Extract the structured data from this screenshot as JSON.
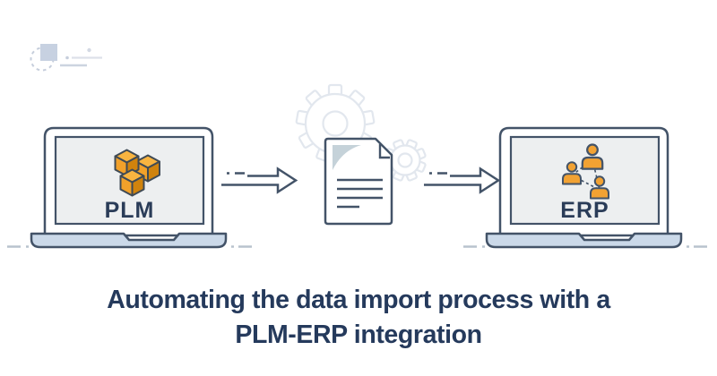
{
  "caption": {
    "line1": "Automating the data import process with a",
    "line2": "PLM-ERP integration"
  },
  "diagram": {
    "nodes": [
      {
        "id": "plm",
        "label": "PLM",
        "device": "laptop",
        "icon": "cubes-icon"
      },
      {
        "id": "data-file",
        "label": "",
        "device": "document",
        "icon": "document-icon",
        "background_icon": "gears-icon"
      },
      {
        "id": "erp",
        "label": "ERP",
        "device": "laptop",
        "icon": "people-network-icon"
      }
    ],
    "connectors": [
      {
        "from": "plm",
        "to": "data-file",
        "icon": "dashed-arrow-right-icon"
      },
      {
        "from": "data-file",
        "to": "erp",
        "icon": "dashed-arrow-right-icon"
      }
    ]
  },
  "decoration": {
    "icon": "abstract-shapes-icon"
  },
  "colors": {
    "background": "#ffffff",
    "outline": "#435368",
    "title_text": "#253a5c",
    "label_text": "#2a3c58",
    "accent_orange": "#f2a233",
    "cube_top": "#f8b440",
    "cube_side_dark": "#d0830d",
    "laptop_screen": "#edeff0",
    "laptop_base": "#cbd9e9",
    "gear_outline": "#e2e7ee",
    "ground_dash": "#b8c3ce",
    "decor_shape": "#c7d1e1"
  }
}
